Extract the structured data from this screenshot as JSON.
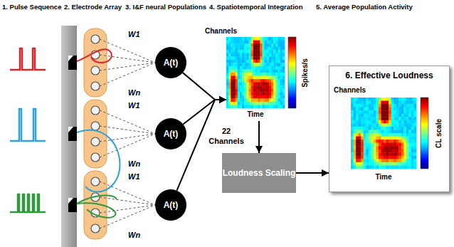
{
  "diagram": {
    "nodes": [
      {
        "text": [
          "A(t)"
        ]
      },
      {
        "text": [
          "A(t)"
        ]
      },
      {
        "text": [
          "A(t)"
        ]
      },
      {
        "text": [
          "Channels",
          "Spikes/s",
          "Time"
        ]
      },
      {
        "text": [
          "Loudness Scaling"
        ]
      },
      {
        "text": [
          "6. Effective Loudness",
          "Channels",
          "CL scale",
          "Time"
        ]
      }
    ],
    "edges": [
      {
        "from": 0,
        "to": 3,
        "arrow": "to"
      },
      {
        "from": 1,
        "to": 3,
        "arrow": "to"
      },
      {
        "from": 2,
        "to": 3,
        "arrow": "to"
      },
      {
        "from": 3,
        "to": 4,
        "arrow": "to"
      },
      {
        "from": 4,
        "to": 5,
        "arrow": "to"
      }
    ],
    "labels": [
      "1. Pulse Sequence",
      "2. Electrode Array",
      "3. I&F neural Populations",
      "4. Spatiotemporal Integration",
      "5. Average Population Activity",
      "W1",
      "Wn",
      "W1",
      "Wn",
      "W1",
      "Wn",
      "22 Channels"
    ]
  }
}
